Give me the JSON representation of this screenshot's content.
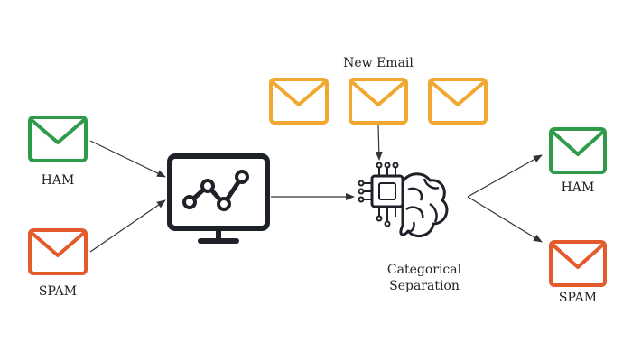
{
  "colors": {
    "ham": "#2f9a4a",
    "spam": "#e35a2c",
    "new_email": "#f0a830",
    "monitor": "#1e2228",
    "brain": "#1e2228",
    "arrow": "#333333",
    "text": "#222222"
  },
  "labels": {
    "input_ham": "HAM",
    "input_spam": "SPAM",
    "new_email": "New Email",
    "separation_line1": "Categorical",
    "separation_line2": "Separation",
    "output_ham": "HAM",
    "output_spam": "SPAM"
  },
  "icons": {
    "input_ham": "envelope-icon",
    "input_spam": "envelope-icon",
    "new_emails": [
      "envelope-icon",
      "envelope-icon",
      "envelope-icon"
    ],
    "model": "monitor-chart-icon",
    "classifier": "ai-brain-chip-icon",
    "output_ham": "envelope-icon",
    "output_spam": "envelope-icon"
  }
}
